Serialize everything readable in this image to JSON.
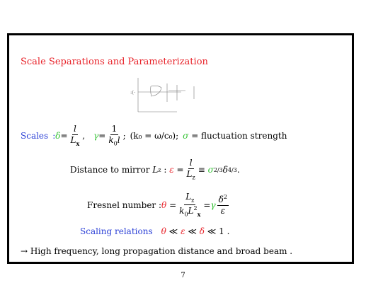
{
  "slide": {
    "title": "Scale Separations and Parameterization",
    "scales": {
      "label": "Scales",
      "colon": ":",
      "delta_sym": "δ",
      "eq": "=",
      "l": "l",
      "Lx": "L",
      "Lx_sub": "x",
      "comma": ",",
      "gamma_sym": "γ",
      "one": "1",
      "k0l": "k",
      "k0l_sub": "0",
      "k0l_tail": "l",
      "semicolon": ";",
      "k0_def": "(k₀ = ω/c₀);",
      "sigma_sym": "σ",
      "sigma_text": "= fluctuation strength"
    },
    "mirror": {
      "label": "Distance to mirror",
      "Lz": "L",
      "Lz_sub": "z",
      "colon": ":",
      "eps": "ε",
      "eq": "=",
      "l": "l",
      "equiv": "≡",
      "sigma_pow": "σ",
      "sigma_exp": "2/3",
      "delta_pow": "δ",
      "delta_exp": "4/3",
      "period": "."
    },
    "fresnel": {
      "label": "Fresnel number",
      "colon": ":",
      "theta": "θ",
      "eq": "=",
      "num": "L",
      "num_sub": "z",
      "den": "k",
      "den_sub": "0",
      "den_L": "L",
      "den_L_exp": "2",
      "den_L_sub": "x",
      "eq2": "=",
      "gamma": "γ",
      "num2": "δ",
      "num2_exp": "2",
      "den2": "ε"
    },
    "relations": {
      "label": "Scaling relations",
      "theta": "θ",
      "ll1": "≪",
      "eps": "ε",
      "ll2": "≪",
      "delta": "δ",
      "ll3": "≪ 1 ."
    },
    "conclusion": "→ High frequency, long propagation distance and broad beam ."
  },
  "page_number": "7",
  "colors": {
    "red": "#e8232a",
    "blue": "#2a3fd6",
    "green": "#33c233"
  }
}
